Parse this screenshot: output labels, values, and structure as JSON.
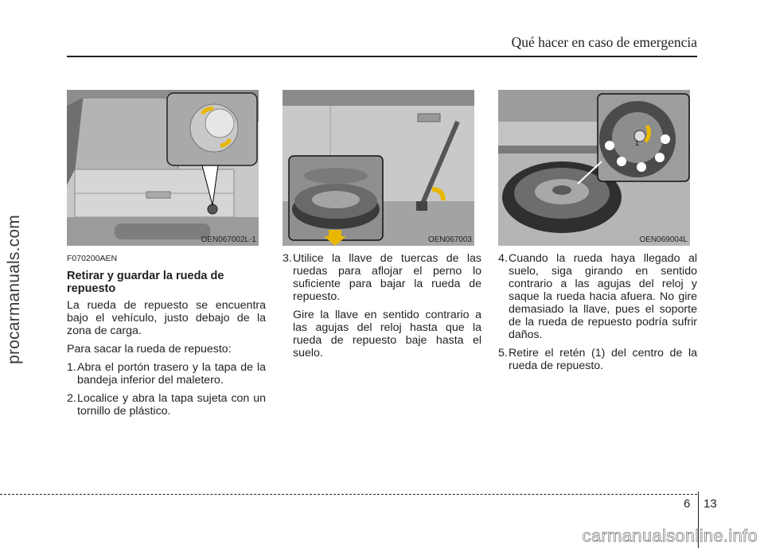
{
  "header": {
    "title": "Qué hacer en caso de emergencia"
  },
  "watermarks": {
    "side": "procarmanuals.com",
    "bottom": "carmanualsonline.info"
  },
  "figures": [
    {
      "code": "OEN067002L-1"
    },
    {
      "code": "OEN067003"
    },
    {
      "code": "OEN069004L",
      "callout": "1"
    }
  ],
  "col1": {
    "section_code": "F070200AEN",
    "title": "Retirar y guardar la rueda de repuesto",
    "intro": "La rueda de repuesto se encuentra bajo el vehículo, justo debajo de la zona de carga.",
    "lead": "Para sacar la rueda de repuesto:",
    "step1_num": "1.",
    "step1": "Abra el portón trasero y la tapa de la bandeja inferior del maletero.",
    "step2_num": "2.",
    "step2": "Localice y abra la tapa sujeta con un tornillo de plástico."
  },
  "col2": {
    "step3_num": "3.",
    "step3": "Utilice la llave de tuercas de las ruedas para aflojar el perno lo suficiente para bajar la rueda de repuesto.",
    "step3_note": "Gire la llave en sentido contrario a las agujas del reloj hasta que la rueda de repuesto baje hasta el suelo."
  },
  "col3": {
    "step4_num": "4.",
    "step4": "Cuando la rueda haya llegado al suelo, siga girando en sentido contrario a las agujas del reloj y saque la rueda hacia afuera. No gire demasiado la llave, pues el soporte de la rueda de repuesto podría sufrir daños.",
    "step5_num": "5.",
    "step5": "Retire el retén (1) del centro de la rueda de repuesto."
  },
  "footer": {
    "chapter": "6",
    "page": "13"
  }
}
